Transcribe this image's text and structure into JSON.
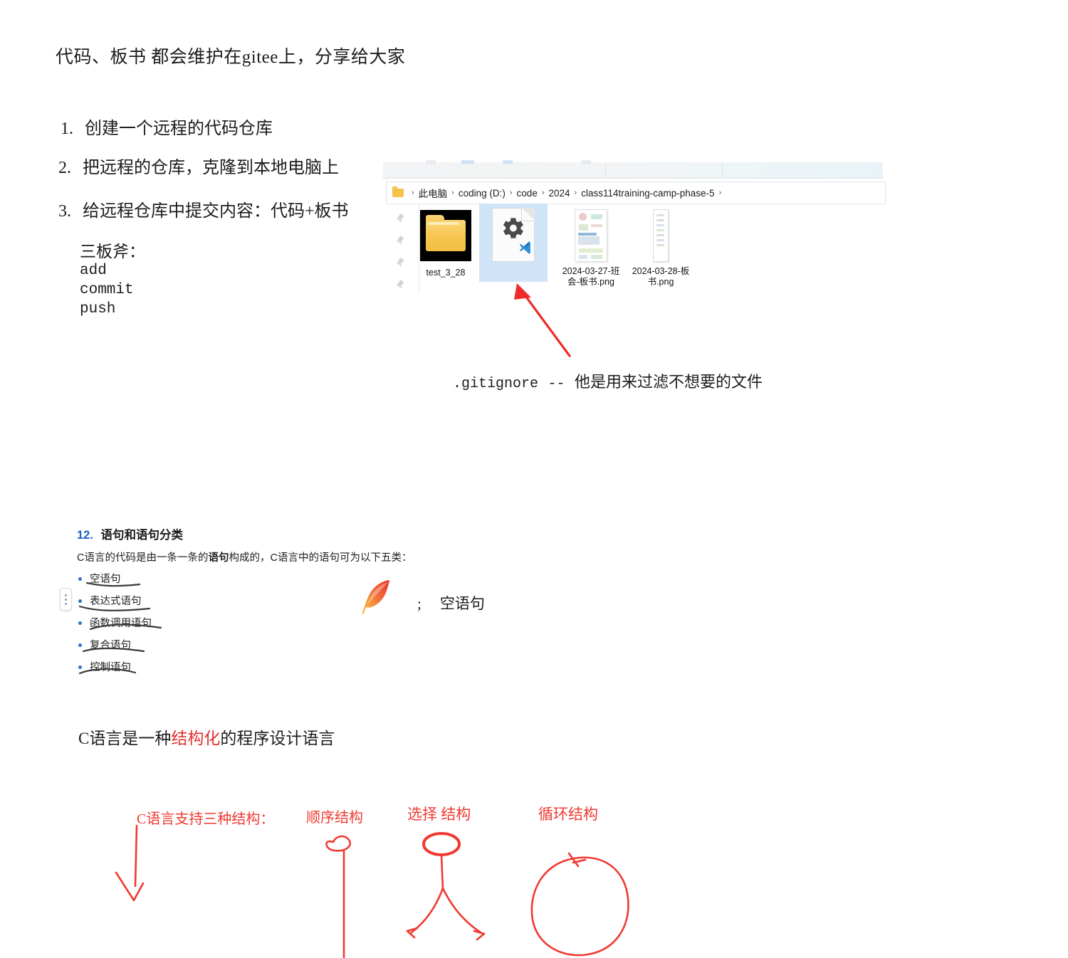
{
  "note": {
    "title": "代码、板书 都会维护在gitee上，分享给大家",
    "steps": [
      {
        "index": "1.",
        "text": "创建一个远程的代码仓库"
      },
      {
        "index": "2.",
        "text": "把远程的仓库，克隆到本地电脑上"
      },
      {
        "index": "3.",
        "text": "给远程仓库中提交内容：代码+板书"
      }
    ],
    "sanbanfu_label": "三板斧：",
    "commands": [
      "add",
      "commit",
      "push"
    ]
  },
  "explorer": {
    "breadcrumb": [
      "此电脑",
      "coding (D:)",
      "code",
      "2024",
      "class114training-camp-phase-5"
    ],
    "breadcrumb_separator": "›",
    "files": [
      {
        "name": "test_3_28",
        "type": "folder",
        "selected": false
      },
      {
        "name": ".gitignore",
        "type": "file-gear-vscode",
        "selected": true
      },
      {
        "name": "2024-03-27-班会-板书.png",
        "type": "image",
        "selected": false
      },
      {
        "name": "2024-03-28-板书.png",
        "type": "image",
        "selected": false
      }
    ],
    "pin_icon": "pin-icon",
    "pin_count": 4
  },
  "annotations": {
    "gitignore_note_code": ".gitignore",
    "gitignore_note_dash": "--",
    "gitignore_note_text": "他是用来过滤不想要的文件",
    "selection_box_color": "#ee2b28",
    "arrow_color": "#ee2b28"
  },
  "section": {
    "heading_number": "12.",
    "heading_title": "语句和语句分类",
    "heading_number_color": "#1f5fbf",
    "intro_prefix": "C语言的代码是由一条一条的",
    "intro_bold": "语句",
    "intro_suffix": "构成的，C语言中的语句可为以下五类：",
    "bullets": [
      "空语句",
      "表达式语句",
      "函数调用语句",
      "复合语句",
      "控制语句"
    ],
    "bullet_color": "#2f6fd0"
  },
  "inline": {
    "feather_icon": "feather-icon",
    "semicolon": "；",
    "semicolon_plain": ";",
    "empty_statement": "空语句"
  },
  "structured": {
    "prefix": "C语言是一种",
    "highlight": "结构化",
    "highlight_color": "#e03030",
    "suffix": "的程序设计语言"
  },
  "handwritten": {
    "color": "#ef3a32",
    "intro": "C语言支持三种结构：",
    "structures": [
      "顺序结构",
      "选择 结构",
      "循环结构"
    ],
    "shapes": [
      "down-arrow",
      "sequence-line",
      "branch-fork",
      "loop-circle"
    ]
  }
}
